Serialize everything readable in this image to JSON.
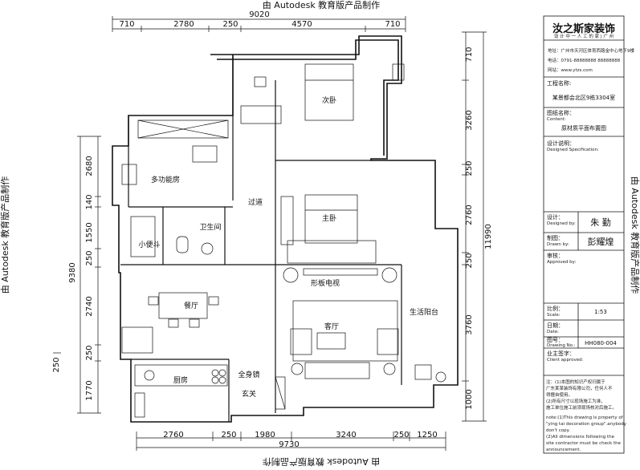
{
  "watermark": "由 Autodesk 教育版产品制作",
  "dimensions": {
    "top_total": "9020",
    "top_segments": [
      "710",
      "2780",
      "250",
      "4570",
      "710"
    ],
    "right_segments": [
      "710",
      "3260",
      "250",
      "2760",
      "250",
      "3760",
      "1000"
    ],
    "right_total": "11990",
    "left_segments": [
      "2680",
      "140",
      "1550",
      "250",
      "2740",
      "250",
      "1770"
    ],
    "left_total": "9380",
    "left_extra": "250",
    "bottom_segments": [
      "2760",
      "250",
      "1980",
      "3240",
      "250",
      "1250"
    ],
    "bottom_total": "9730"
  },
  "rooms": {
    "second_bedroom": "次卧",
    "multi_room": "多功能房",
    "corridor": "过道",
    "master_bedroom": "主卧",
    "bathroom": "卫生间",
    "small_balcony": "小便斗",
    "tv_wall": "形板电视",
    "dining": "餐厅",
    "living": "客厅",
    "balcony": "生活阳台",
    "kitchen": "厨房",
    "mirror": "全身镜",
    "entrance": "玄关"
  },
  "title_block": {
    "logo": "汝之斯家装饰",
    "logo_sub": "设 计 中 一 人 工 的 家 | 广 州",
    "company_line": "地址：广州市天河区体育西路金中心地下9楼",
    "phone_line": "电话：0791-88888888  88888888",
    "web_line": "网站：www.ytzs.com",
    "project_label": "工程名称:",
    "project_value": "某景都会北区9栋3304室",
    "drawing_label": "图纸名称：",
    "drawing_label_en": "Content:",
    "drawing_value": "原材质平面布置图",
    "design_label": "设计说明：",
    "design_label_en": "Designed Specification:",
    "designer_label": "设计：",
    "designer_label_en": "Designed by:",
    "designer_value": "朱 勤",
    "drawn_label": "制图：",
    "drawn_label_en": "Drawn by:",
    "drawn_value": "彭耀煌",
    "review_label": "审核：",
    "review_label_en": "Approved by:",
    "scale_label": "比例：",
    "scale_label_en": "Scale:",
    "scale_value": "1:53",
    "date_label": "日期：",
    "date_label_en": "Date:",
    "number_label": "图号：",
    "number_label_en": "Drawing No.:",
    "number_value": "HH080-004",
    "client_label": "业主签字：",
    "client_label_en": "Client approved:",
    "note_cn_1": "注：(1)本图的知识产权归属于",
    "note_cn_2": "广东某某装饰有限公司，任何人不",
    "note_cn_3": "得擅自使用。",
    "note_cn_4": "(2)所有尺寸以现场施工为准，",
    "note_cn_5": "施工单位施工前须现场核对后施工。",
    "note_en_1": "note:(1)This drawing is property of",
    "note_en_2": "\"ying tai decoration group\".anybody",
    "note_en_3": "don't copy.",
    "note_en_4": "(2)All dimensions following the",
    "note_en_5": "site contractor must be check the",
    "note_en_6": "announcement."
  }
}
